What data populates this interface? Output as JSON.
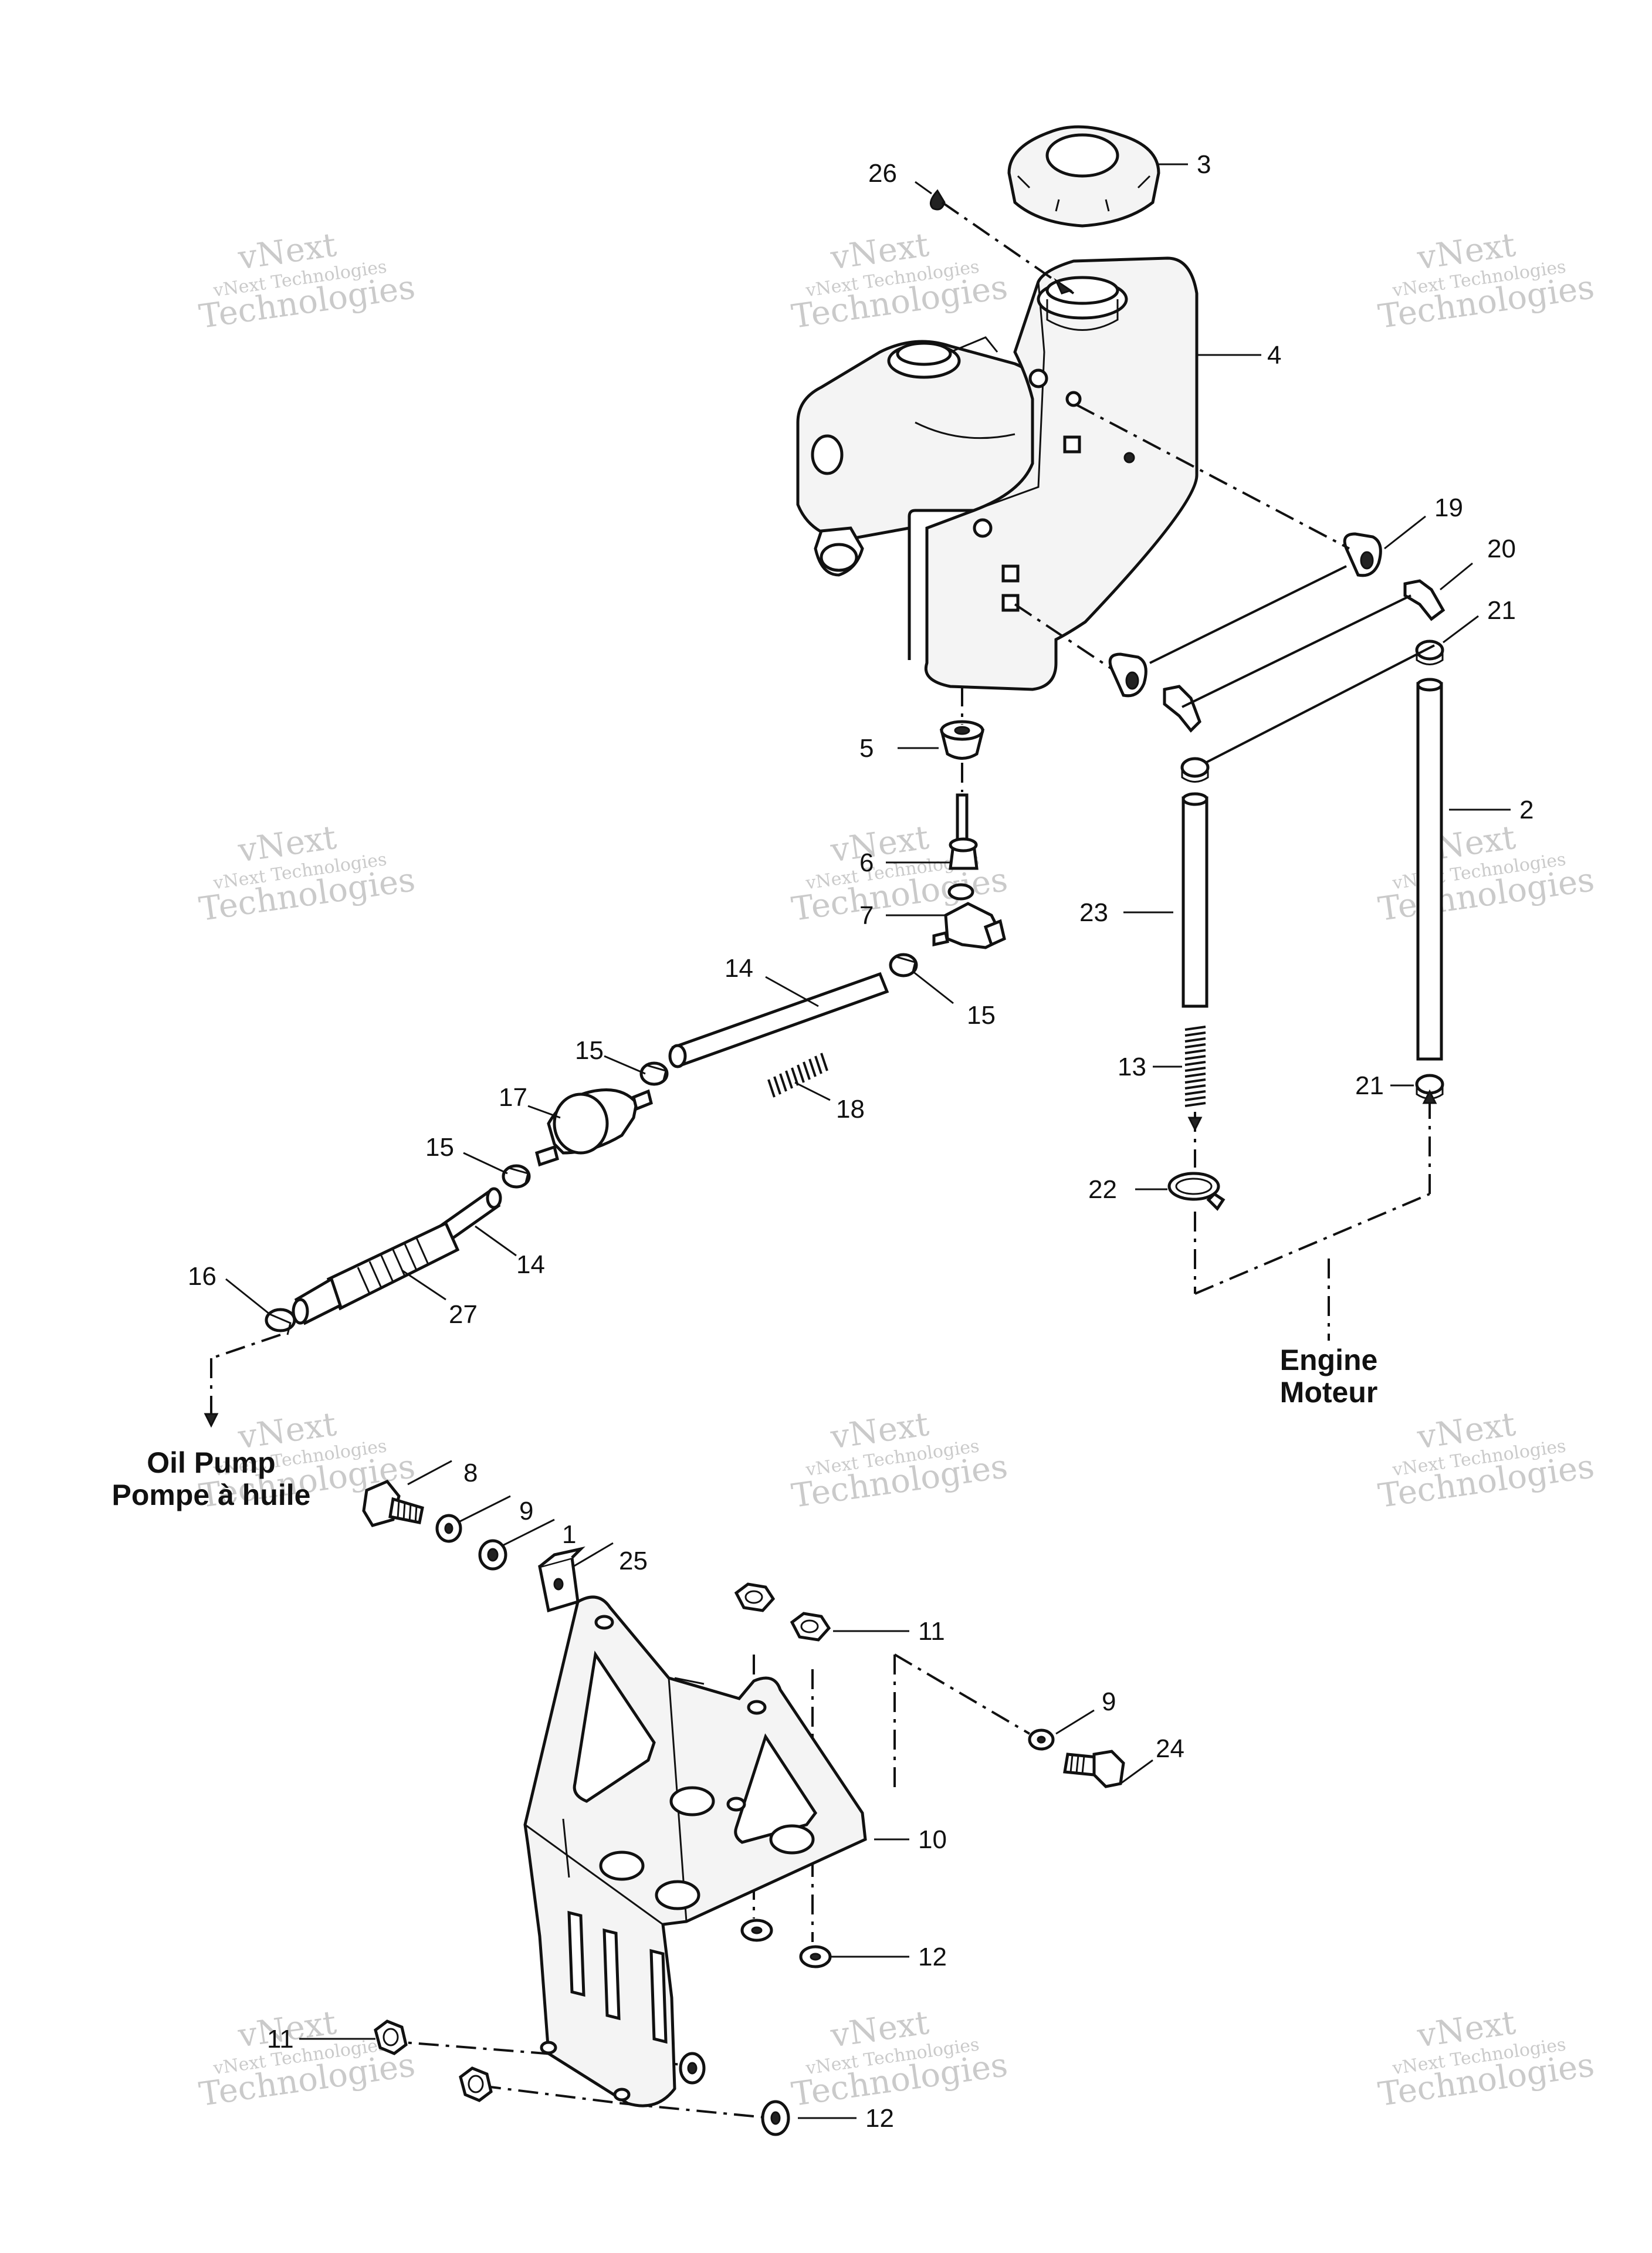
{
  "watermark": {
    "line1": "vNext",
    "line2": "vNext Technologies",
    "line3": "Technologies"
  },
  "captions": {
    "engine_en": "Engine",
    "engine_fr": "Moteur",
    "oil_pump_en": "Oil Pump",
    "oil_pump_fr": "Pompe à huile"
  },
  "callouts": [
    "3",
    "26",
    "4",
    "19",
    "20",
    "21",
    "2",
    "5",
    "6",
    "7",
    "23",
    "14",
    "15",
    "13",
    "21",
    "15",
    "17",
    "18",
    "15",
    "22",
    "14",
    "16",
    "27",
    "8",
    "9",
    "1",
    "25",
    "11",
    "9",
    "24",
    "10",
    "12",
    "11",
    "12"
  ]
}
